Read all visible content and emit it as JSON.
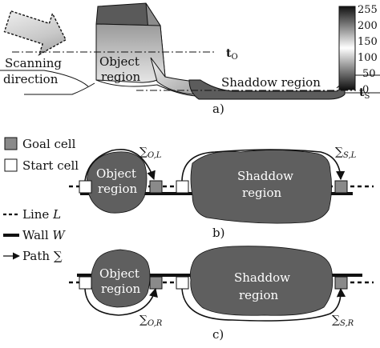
{
  "panel_a": {
    "scanning_line1": "Scanning",
    "scanning_line2": "direction",
    "object_line1": "Object",
    "object_line2": "region",
    "shadow_label": "Shaddow region",
    "t_o_base": "t",
    "t_o_sub": "O",
    "t_s_base": "t",
    "t_s_sub": "S",
    "caption": "a)",
    "colorbar_ticks": [
      "255",
      "200",
      "150",
      "100",
      "50",
      "0"
    ]
  },
  "legend": {
    "goal": "Goal cell",
    "start": "Start cell",
    "line_text": "Line ",
    "line_var": "L",
    "wall_text": "Wall ",
    "wall_var": "W",
    "path_text": "Path ",
    "path_var": "∑"
  },
  "panel_b": {
    "object_line1": "Object",
    "object_line2": "region",
    "shadow_line1": "Shaddow",
    "shadow_line2": "region",
    "sum_sym_1": "∑",
    "sum_sub_1": "O,L",
    "sum_sym_2": "∑",
    "sum_sub_2": "S,L",
    "caption": "b)"
  },
  "panel_c": {
    "object_line1": "Object",
    "object_line2": "region",
    "shadow_line1": "Shaddow",
    "shadow_line2": "region",
    "sum_sym_1": "∑",
    "sum_sub_1": "O,R",
    "sum_sym_2": "∑",
    "sum_sub_2": "S,R",
    "caption": "c)"
  },
  "colors": {
    "region_fill": "#5f5f5f",
    "cell_fill": "#8a8a8a",
    "line": "#111111"
  }
}
